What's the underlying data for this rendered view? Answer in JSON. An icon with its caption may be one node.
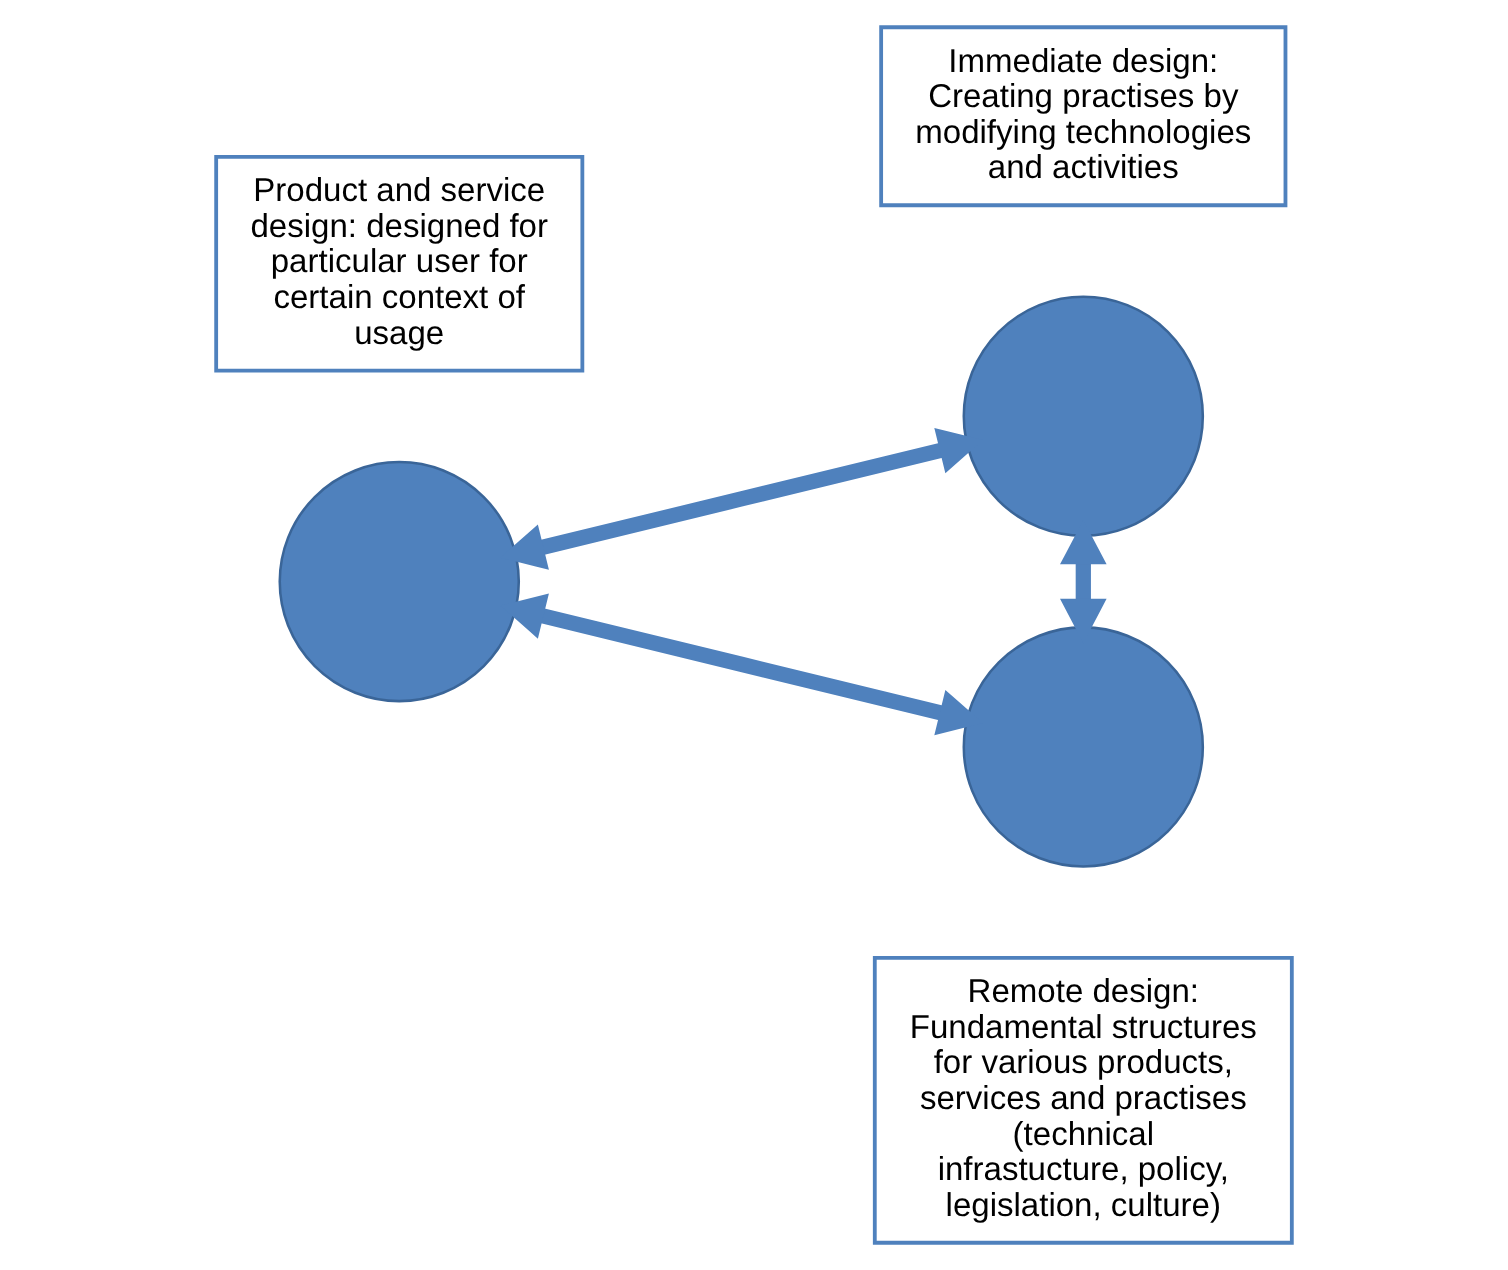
{
  "diagram": {
    "nodes": [
      {
        "text": [
          "Immediate design: Creating practises by modifying technologies and activities"
        ]
      },
      {
        "text": [],
        "shape": "circle"
      },
      {
        "text": [
          "Product and service design: designed for particular user for certain context of usage"
        ]
      },
      {
        "text": [],
        "shape": "circle"
      },
      {
        "text": [],
        "shape": "circle"
      },
      {
        "text": [
          "Remote design: Fundamental structures for various products, services and practises (technical infrastucture, policy, legislation, culture)"
        ]
      }
    ],
    "edges": [
      {
        "from": 3,
        "to": 1,
        "arrow": "both"
      },
      {
        "from": 1,
        "to": 4,
        "arrow": "both"
      },
      {
        "from": 3,
        "to": 4,
        "arrow": "both"
      }
    ]
  }
}
